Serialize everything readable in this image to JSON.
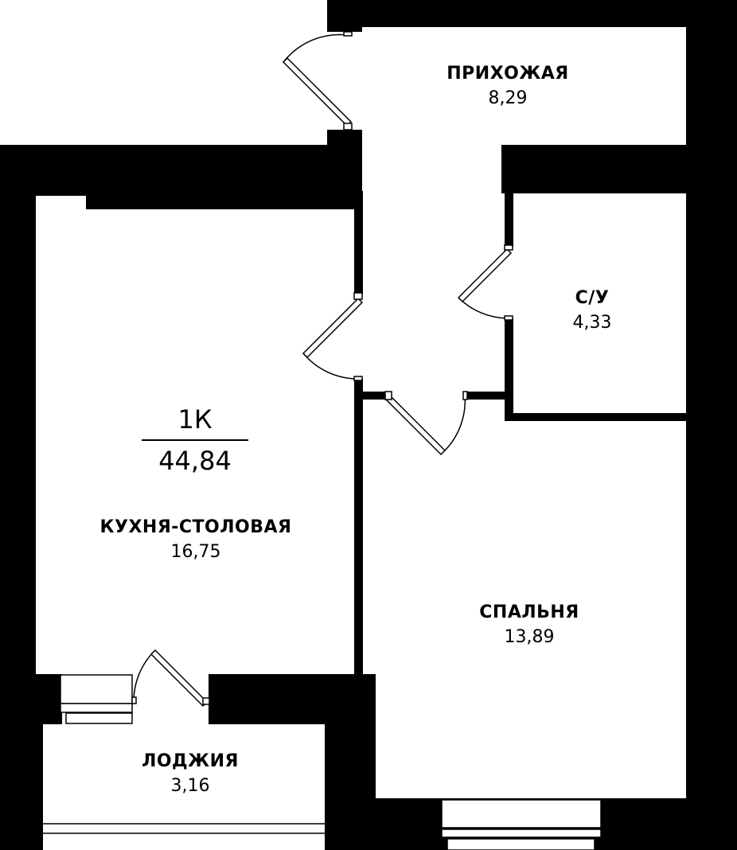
{
  "apartment": {
    "type": "1К",
    "total_area": "44,84"
  },
  "rooms": [
    {
      "id": "hallway",
      "name": "ПРИХОЖАЯ",
      "area": "8,29"
    },
    {
      "id": "bathroom",
      "name": "С/У",
      "area": "4,33"
    },
    {
      "id": "kitchen",
      "name": "КУХНЯ-СТОЛОВАЯ",
      "area": "16,75"
    },
    {
      "id": "bedroom",
      "name": "СПАЛЬНЯ",
      "area": "13,89"
    },
    {
      "id": "loggia",
      "name": "ЛОДЖИЯ",
      "area": "3,16"
    }
  ],
  "colors": {
    "wall": "#000000",
    "floor": "#ffffff",
    "text": "#000000"
  }
}
